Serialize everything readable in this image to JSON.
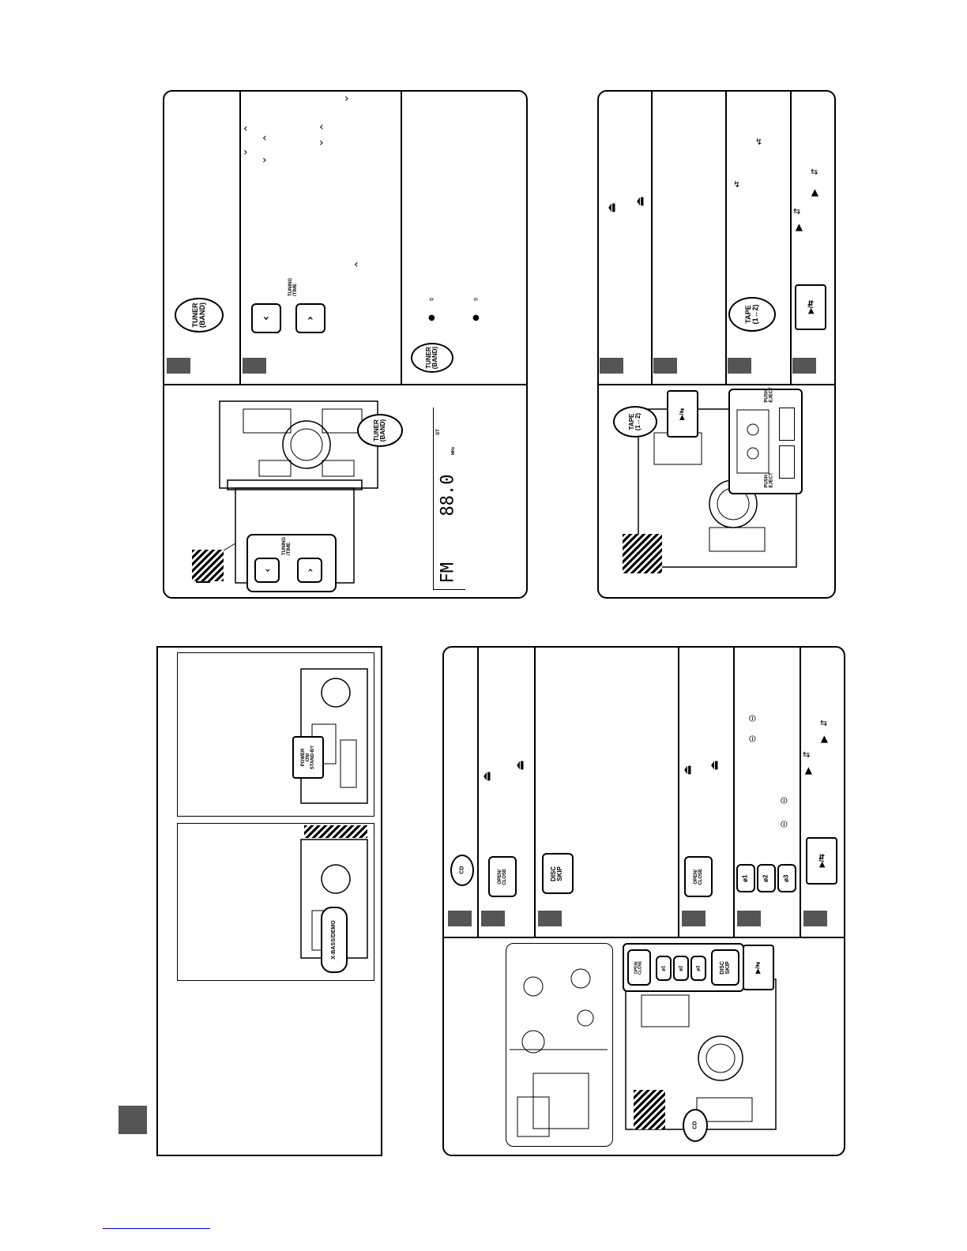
{
  "tuner_panel": {
    "tuner_band_label": "TUNER\n(BAND)",
    "tuning_time_label": "TUNING\n/TIME",
    "display_band": "FM",
    "display_freq": "88.0",
    "display_indicator_st": "ST",
    "display_indicator_mhz": "MHz"
  },
  "tape_panel": {
    "tape_label": "TAPE\n(1↔2)",
    "play_label": "▶/⇆",
    "push_eject_label": "PUSH\nEJECT"
  },
  "power_panel": {
    "power_label": "POWER\nON/\nSTAND-BY",
    "xbass_label": "X-BASS/DEMO"
  },
  "cd_panel": {
    "cd_label": "CD",
    "open_close_label": "OPEN/\nCLOSE",
    "disc_skip_label": "DISC\nSKIP",
    "disc1_label": "⌀1",
    "disc2_label": "⌀2",
    "disc3_label": "⌀3",
    "play_label": "▶/⇆"
  },
  "footer": {
    "link_text": ""
  }
}
